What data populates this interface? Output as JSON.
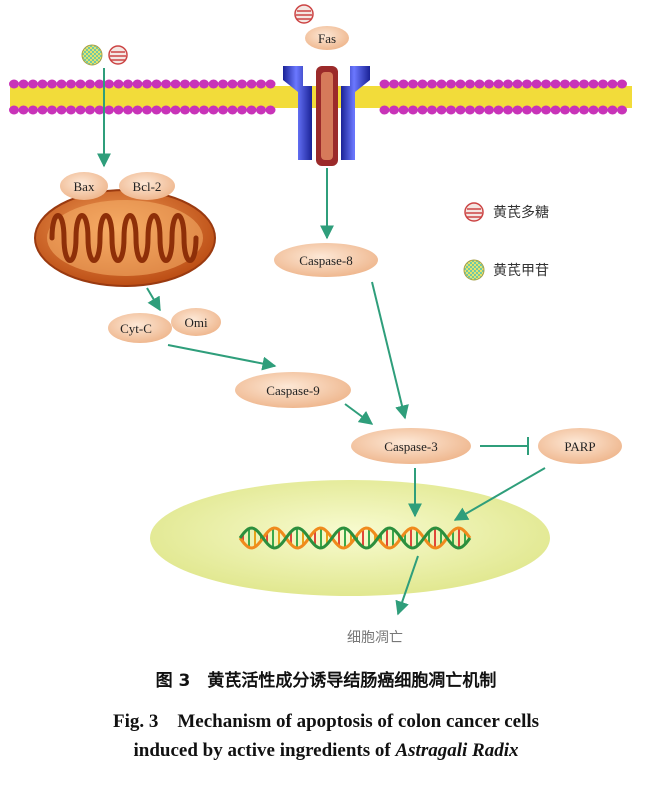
{
  "nodes": {
    "fas": "Fas",
    "bax": "Bax",
    "bcl2": "Bcl-2",
    "caspase8": "Caspase-8",
    "cytc": "Cyt-C",
    "omi": "Omi",
    "caspase9": "Caspase-9",
    "caspase3": "Caspase-3",
    "parp": "PARP",
    "apoptosis": "细胞凋亡"
  },
  "legend": {
    "polysaccharide": "黄芪多糖",
    "glycoside": "黄芪甲苷"
  },
  "caption": {
    "cn": "图 3　黄芪活性成分诱导结肠癌细胞凋亡机制",
    "en_line1": "Fig. 3　Mechanism of apoptosis of colon cancer cells",
    "en_line2_prefix": "induced by active ingredients of ",
    "en_line2_italic": "Astragali Radix"
  },
  "colors": {
    "arrow": "#2f9e7b",
    "membrane_head": "#c833b8",
    "membrane_tail": "#f2dc3a",
    "receptor": "#3440c8",
    "mitochondria": "#c4551e",
    "node_fill": "#f4c7a2",
    "nucleus": "#e6ec98"
  }
}
